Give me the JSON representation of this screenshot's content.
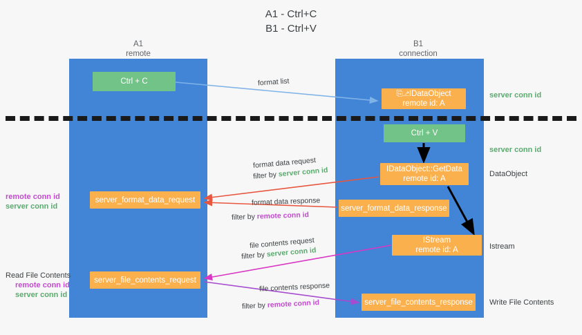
{
  "title": "A1 - Ctrl+C\nB1 - Ctrl+V",
  "columns": {
    "a1": "A1\nremote",
    "b1": "B1\nconnection"
  },
  "nodes": {
    "ctrl_c": "Ctrl + C",
    "set_dataobject": "⎘⎇IDataObject\nremote id: A",
    "ctrl_v": "Ctrl + V",
    "get_data": "IDataObject::GetData\nremote id: A",
    "format_data_request": "server_format_data_request",
    "format_data_response": "server_format_data_response",
    "istream": "IStream\nremote id: A",
    "file_contents_request": "server_file_contents_request",
    "file_contents_response": "server_file_contents_response"
  },
  "right_notes": {
    "server_conn_id_top": "server conn id",
    "server_conn_id_mid": "server conn id",
    "dataobject": "DataObject",
    "istream": "Istream",
    "write_file_contents": "Write File Contents"
  },
  "left_notes": {
    "mid_remote": "remote conn id",
    "mid_server": "server conn id",
    "read_file_contents": "Read File Contents",
    "read_remote": "remote conn id",
    "read_server": "server conn id"
  },
  "edge_labels": {
    "format_list": "format list",
    "format_data_request": "format data request",
    "filter_by": "filter by ",
    "server_conn_id": "server conn id",
    "remote_conn_id": "remote conn id",
    "format_data_response": "format data response",
    "file_contents_request": "file contents request",
    "file_contents_response": "file contents response"
  },
  "colors": {
    "lane_blue": "#4285d6",
    "node_green": "#72c387",
    "node_orange": "#fbb04e",
    "server_conn_green": "#5aab6e",
    "remote_conn_purple": "#c44ad0",
    "wire_lightblue": "#7fb3e8",
    "wire_red": "#e8563f",
    "wire_magenta": "#d936c4",
    "wire_purple": "#a64ad0",
    "wire_black": "#000000",
    "background": "#f7f7f7"
  }
}
